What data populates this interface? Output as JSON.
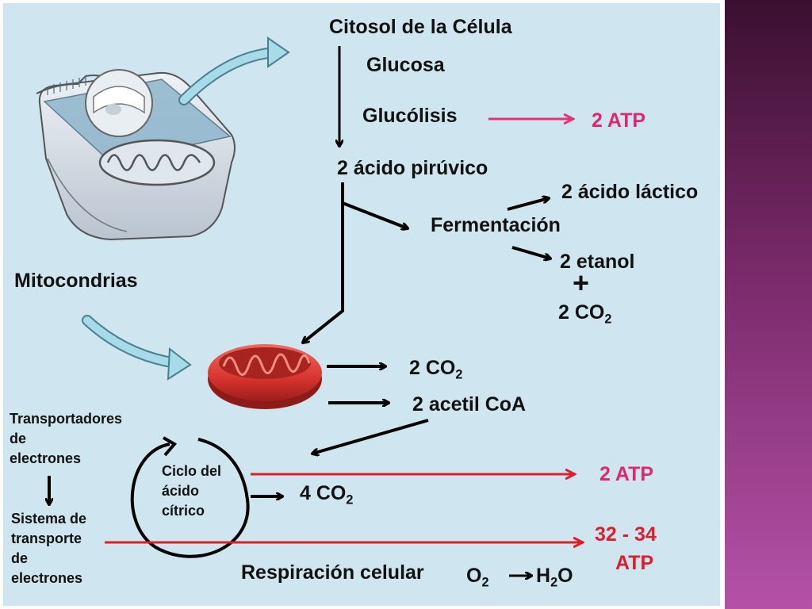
{
  "title": "Citosol de la Célula",
  "labels": {
    "glucosa": "Glucosa",
    "glucolisis": "Glucólisis",
    "atp_glucolisis": "2 ATP",
    "piruvico": "2 ácido pirúvico",
    "lactico": "2 ácido láctico",
    "fermentacion": "Fermentación",
    "etanol": "2 etanol",
    "plus": "+",
    "co2_ferm_num": "2 CO",
    "co2_ferm_sub": "2",
    "mitocondrias": "Mitocondrias",
    "co2_mito_num": "2 CO",
    "co2_mito_sub": "2",
    "acetil": "2 acetil CoA",
    "transportadores_1": "Transportadores",
    "transportadores_2": "de",
    "transportadores_3": "electrones",
    "sistema_1": "Sistema de",
    "sistema_2": "transporte",
    "sistema_3": "de",
    "sistema_4": "electrones",
    "ciclo_1": "Ciclo del",
    "ciclo_2": "ácido",
    "ciclo_3": "cítrico",
    "co2_ciclo_num": "4 CO",
    "co2_ciclo_sub": "2",
    "atp_ciclo": "2 ATP",
    "atp_resp_1": "32 - 34",
    "atp_resp_2": "ATP",
    "respiracion": "Respiración celular",
    "o2": "O",
    "o2_sub": "2",
    "h2o_h": "H",
    "h2o_sub": "2",
    "h2o_o": "O"
  },
  "colors": {
    "panel": "#cfe6f1",
    "atp_pink": "#e0266e",
    "atp_red": "#e01d2a",
    "arrow_pink": "#e5337a",
    "arrow_red": "#e01d2a",
    "mitochondrion": "#d8342f",
    "cyan_arrow": "#a8dbe8"
  },
  "icons": {
    "cell": "cell-illustration-icon",
    "mitochondrion": "mitochondrion-icon"
  }
}
